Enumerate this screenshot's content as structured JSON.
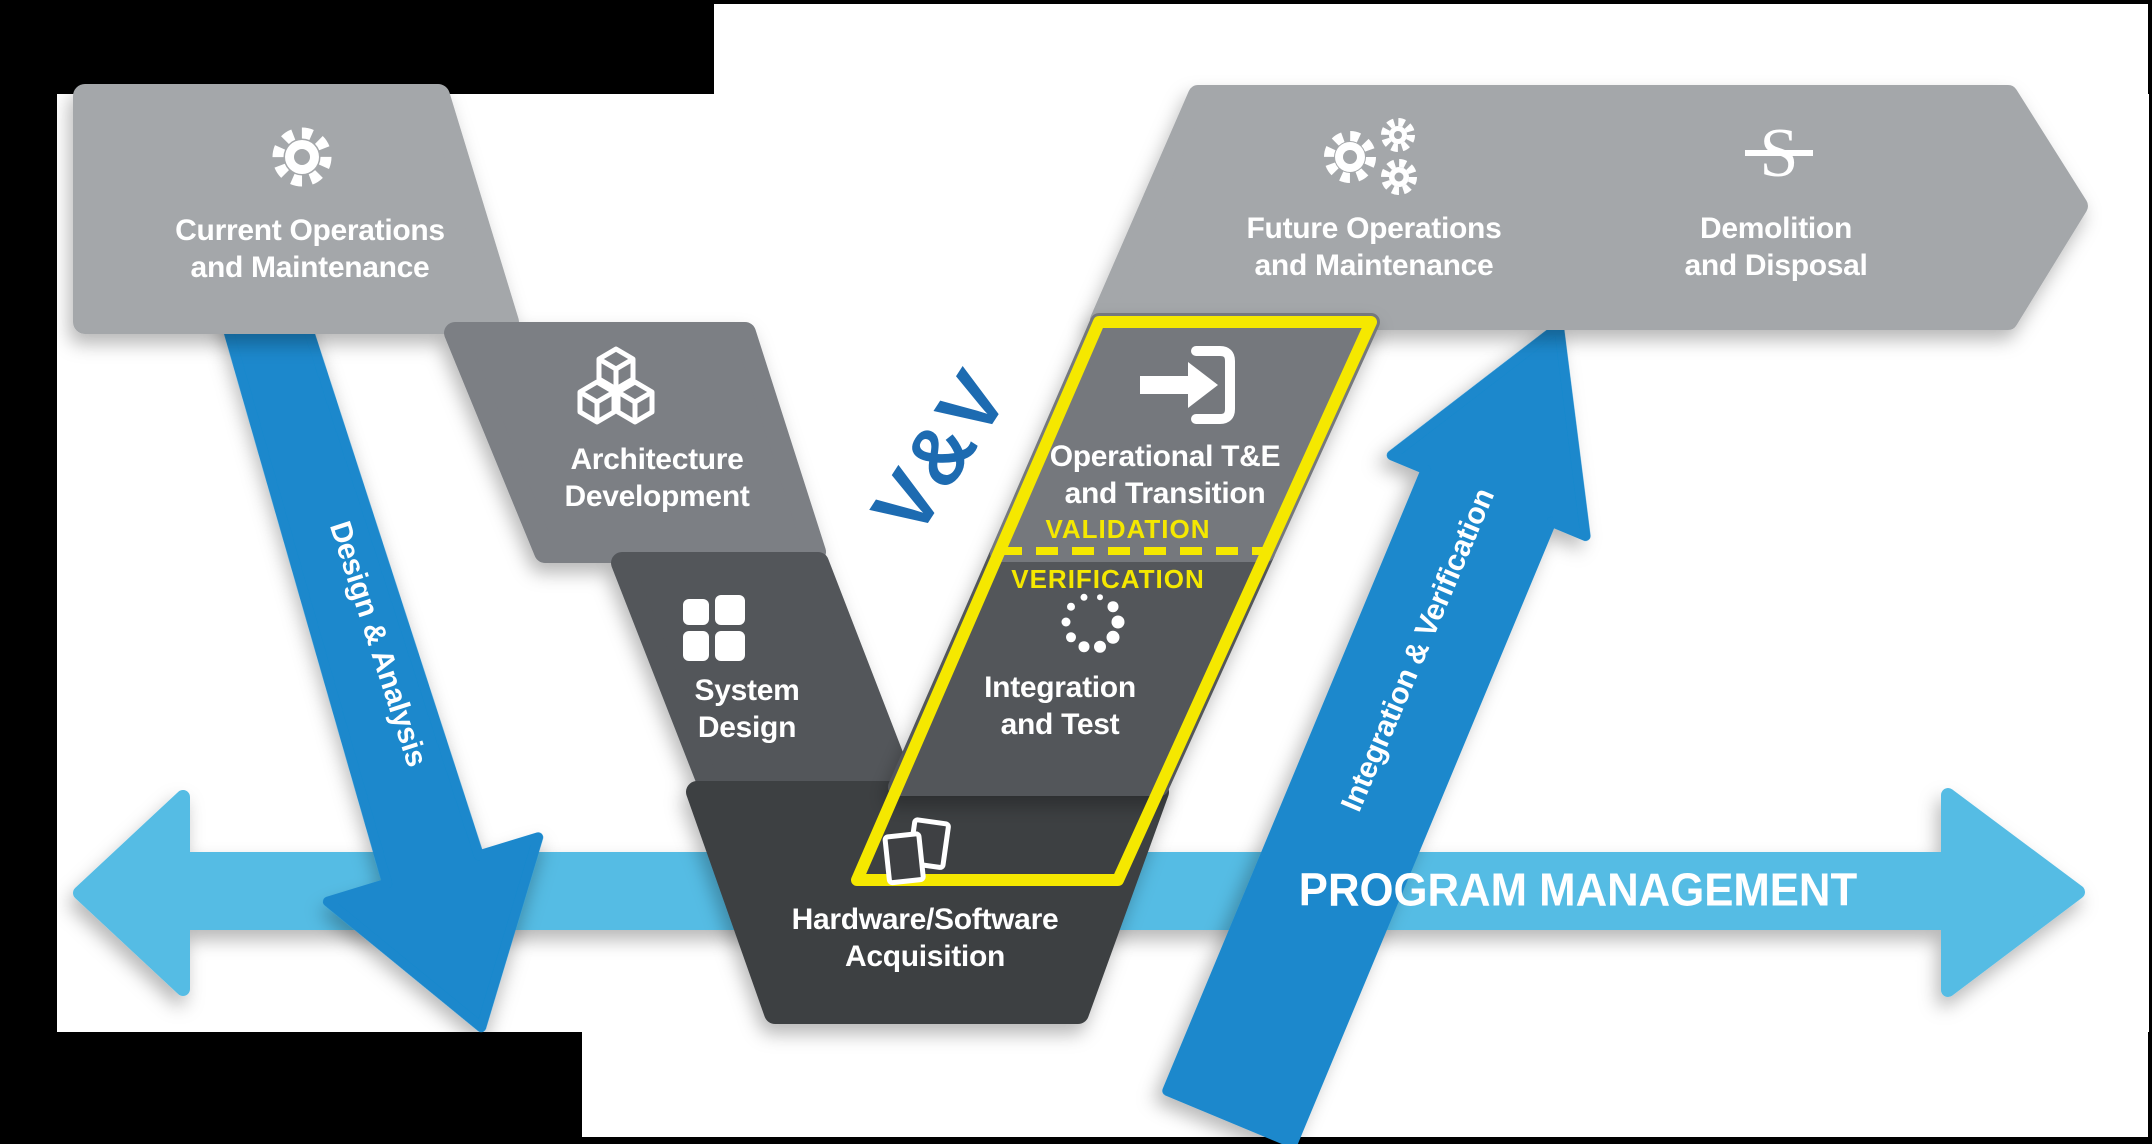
{
  "colors": {
    "canvas": "#000000",
    "panel": "#ffffff",
    "gray_light": "#a4a7aa",
    "gray_medium": "#7c7f84",
    "gray_medium2": "#75787d",
    "gray_dark": "#53565a",
    "gray_darkest": "#3e4043",
    "band_blue": "#55bce4",
    "arrow_blue": "#1a88cc",
    "vv_blue": "#1d6bb1",
    "yellow": "#f5e800",
    "text_white": "#ffffff"
  },
  "boxes": {
    "current_ops": {
      "line1": "Current Operations",
      "line2": "and Maintenance",
      "icon": "gear-icon"
    },
    "architecture": {
      "line1": "Architecture",
      "line2": "Development",
      "icon": "cubes-icon"
    },
    "system_design": {
      "line1": "System",
      "line2": "Design",
      "icon": "window-grid-icon"
    },
    "hw_sw_acquisition": {
      "line1": "Hardware/Software",
      "line2": "Acquisition",
      "icon": "documents-icon"
    },
    "integration_test": {
      "line1": "Integration",
      "line2": "and Test",
      "icon": "spinner-dots-icon"
    },
    "operational_te": {
      "line1": "Operational T&E",
      "line2": "and Transition",
      "icon": "transition-arrow-icon"
    },
    "future_ops": {
      "line1": "Future Operations",
      "line2": "and Maintenance",
      "icon": "gears-cluster-icon"
    },
    "demolition": {
      "line1": "Demolition",
      "line2": "and Disposal",
      "icon": "struck-s-icon"
    }
  },
  "labels": {
    "v_and_v": "V&V",
    "validation": "VALIDATION",
    "verification": "VERIFICATION",
    "design_analysis": "Design & Analysis",
    "integration_verification": "Integration & Verification",
    "program_management": "PROGRAM MANAGEMENT"
  }
}
